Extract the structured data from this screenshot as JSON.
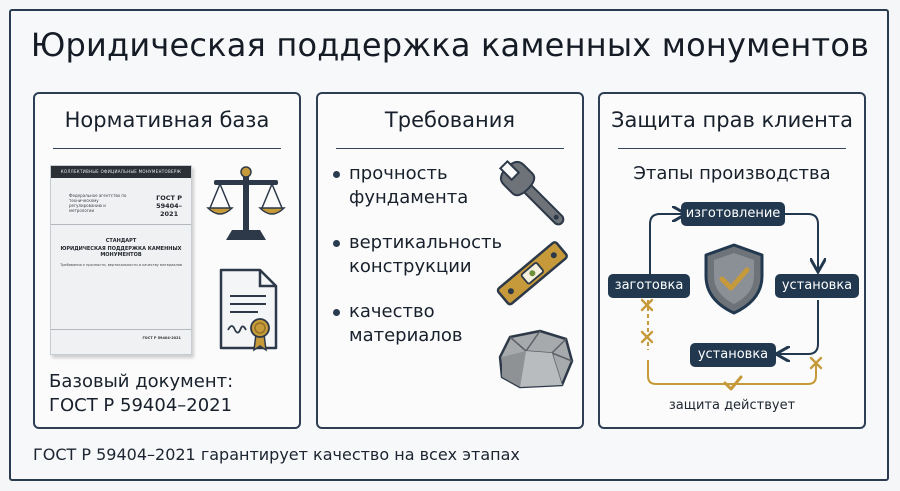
{
  "title": "Юридическая поддержка каменных монументов",
  "colors": {
    "navy": "#21384f",
    "gold": "#c69a3a",
    "gray_icon": "#6d7378"
  },
  "cards": [
    {
      "title": "Нормативная база",
      "document": {
        "header": "КОЛЛЕКТИВНЫЕ ОФИЦИАЛЬНЫЕ МОНУМЕНТОВЕРЖ",
        "left_note": "Федеральное агентство по техническому регулированию и метрологии",
        "gost_label": "ГОСТ Р",
        "gost_number": "59404–",
        "gost_year": "2021",
        "std_label": "СТАНДАРТ",
        "doc_title": "ЮРИДИЧЕСКАЯ ПОДДЕРЖКА КАМЕННЫХ МОНУМЕНТОВ",
        "doc_subtitle": "Требования к прочности, вертикальности и качеству материалов",
        "footer": "ГОСТ Р 59404-2021"
      },
      "icons": [
        "scales-icon",
        "certificate-icon"
      ],
      "caption_line1": "Базовый документ:",
      "caption_line2": "ГОСТ Р 59404–2021"
    },
    {
      "title": "Требования",
      "items": [
        {
          "line1": "прочность",
          "line2": "фундамента",
          "icon": "wrench-icon"
        },
        {
          "line1": "вертикальность",
          "line2": "конструкции",
          "icon": "level-icon"
        },
        {
          "line1": "качество",
          "line2": "материалов",
          "icon": "stone-icon"
        }
      ]
    },
    {
      "title": "Защита прав клиента",
      "stages_title": "Этапы производства",
      "stages": {
        "top": "изготовление",
        "left": "заготовка",
        "right": "установка",
        "bottom": "установка"
      },
      "note": "защита действует"
    }
  ],
  "footer": "ГОСТ Р 59404–2021 гарантирует качество на всех этапах"
}
